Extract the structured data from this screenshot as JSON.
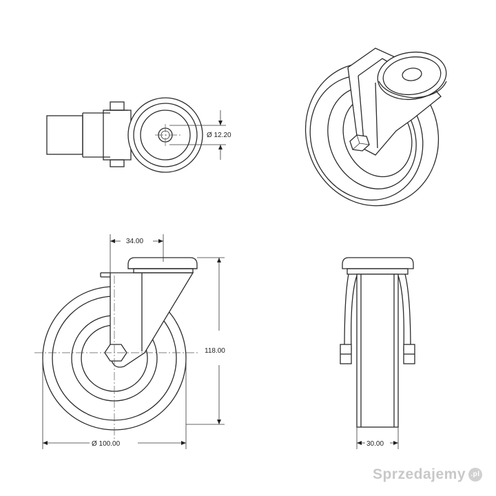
{
  "dimensions": {
    "hole_diameter": "Ø 12.20",
    "bolt_offset": "34.00",
    "overall_height": "118.00",
    "wheel_diameter": "Ø 100.00",
    "wheel_width": "30.00"
  },
  "watermark": {
    "text": "Sprzedajemy",
    "suffix": ".pl"
  }
}
